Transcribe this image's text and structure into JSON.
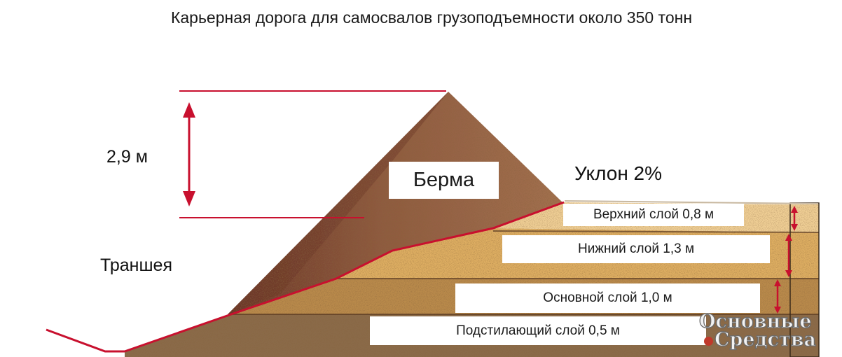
{
  "title": "Карьерная дорога для самосвалов грузоподъемности около 350 тонн",
  "berm": {
    "label": "Берма",
    "height_label": "2,9 м"
  },
  "trench": {
    "label": "Траншея"
  },
  "slope": {
    "label": "Уклон 2%"
  },
  "layers": [
    {
      "label": "Верхний слой 0,8 м"
    },
    {
      "label": "Нижний слой 1,3 м"
    },
    {
      "label": "Основной слой 1,0 м"
    },
    {
      "label": "Подстилающий слой 0,5 м"
    }
  ],
  "watermark": {
    "line1": "Основные",
    "line2": "Средства"
  },
  "colors": {
    "accent_line": "#c8102e",
    "berm_fill": "#8b5a3c",
    "berm_dark": "#6b3528",
    "layer_top": "#f0cf95",
    "layer_lower": "#deae62",
    "layer_base": "#b98a4c",
    "layer_sub": "#8a6a48",
    "ground": "#9a6a48"
  }
}
